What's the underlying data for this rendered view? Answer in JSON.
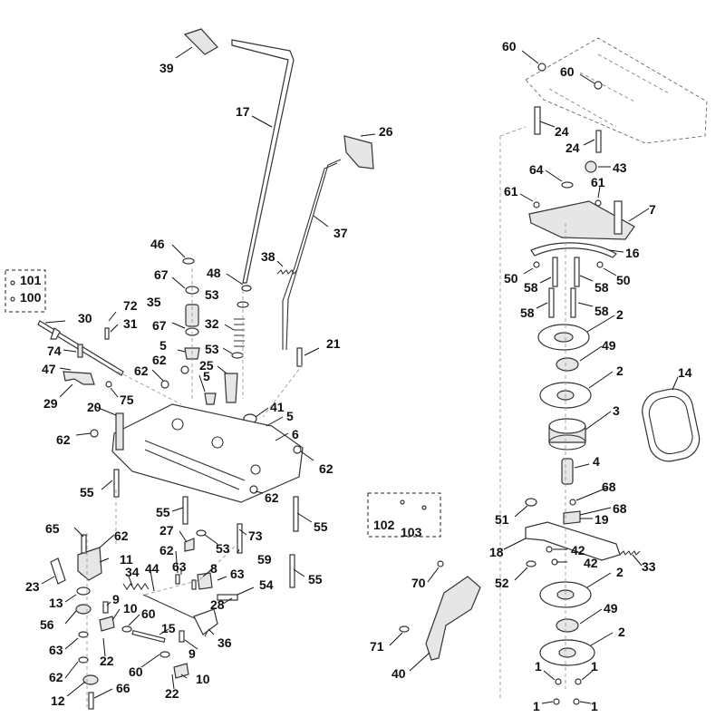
{
  "labels": {
    "l39": "39",
    "l17": "17",
    "l26": "26",
    "l37": "37",
    "l38": "38",
    "l46": "46",
    "l48": "48",
    "l67a": "67",
    "l53a": "53",
    "l35": "35",
    "l32": "32",
    "l67b": "67",
    "l53b": "53",
    "l72": "72",
    "l31": "31",
    "l30": "30",
    "l101": "101",
    "l100": "100",
    "l74": "74",
    "l47": "47",
    "l29": "29",
    "l75": "75",
    "l5a": "5",
    "l62a": "62",
    "l25": "25",
    "l5b": "5",
    "l62b": "62",
    "l21": "21",
    "l41": "41",
    "l5c": "5",
    "l6": "6",
    "l20": "20",
    "l62c": "62",
    "l62d": "62",
    "l55a": "55",
    "l62e": "62",
    "l55b": "55",
    "l55c": "55",
    "l65": "65",
    "l62f": "62",
    "l27": "27",
    "l73": "73",
    "l53c": "53",
    "l59": "59",
    "l11": "11",
    "l62g": "62",
    "l34": "34",
    "l44": "44",
    "l63a": "63",
    "l8": "8",
    "l63b": "63",
    "l54": "54",
    "l23": "23",
    "l13": "13",
    "l9a": "9",
    "l10a": "10",
    "l28": "28",
    "l55d": "55",
    "l56": "56",
    "l60a": "60",
    "l36": "36",
    "l15": "15",
    "l63c": "63",
    "l22a": "22",
    "l9b": "9",
    "l60b": "60",
    "l10b": "10",
    "l62h": "62",
    "l22b": "22",
    "l12": "12",
    "l66": "66",
    "l60c": "60",
    "l60d": "60",
    "l24a": "24",
    "l24b": "24",
    "l64": "64",
    "l43": "43",
    "l61a": "61",
    "l61b": "61",
    "l7": "7",
    "l16": "16",
    "l50a": "50",
    "l50b": "50",
    "l58a": "58",
    "l58b": "58",
    "l58c": "58",
    "l58d": "58",
    "l2a": "2",
    "l49a": "49",
    "l2b": "2",
    "l14": "14",
    "l3": "3",
    "l4": "4",
    "l68a": "68",
    "l68b": "68",
    "l51": "51",
    "l19": "19",
    "l102": "102",
    "l103": "103",
    "l18": "18",
    "l42a": "42",
    "l42b": "42",
    "l33": "33",
    "l70": "70",
    "l52": "52",
    "l2c": "2",
    "l49b": "49",
    "l71": "71",
    "l2d": "2",
    "l40": "40",
    "l1a": "1",
    "l1b": "1",
    "l1c": "1",
    "l1d": "1"
  }
}
